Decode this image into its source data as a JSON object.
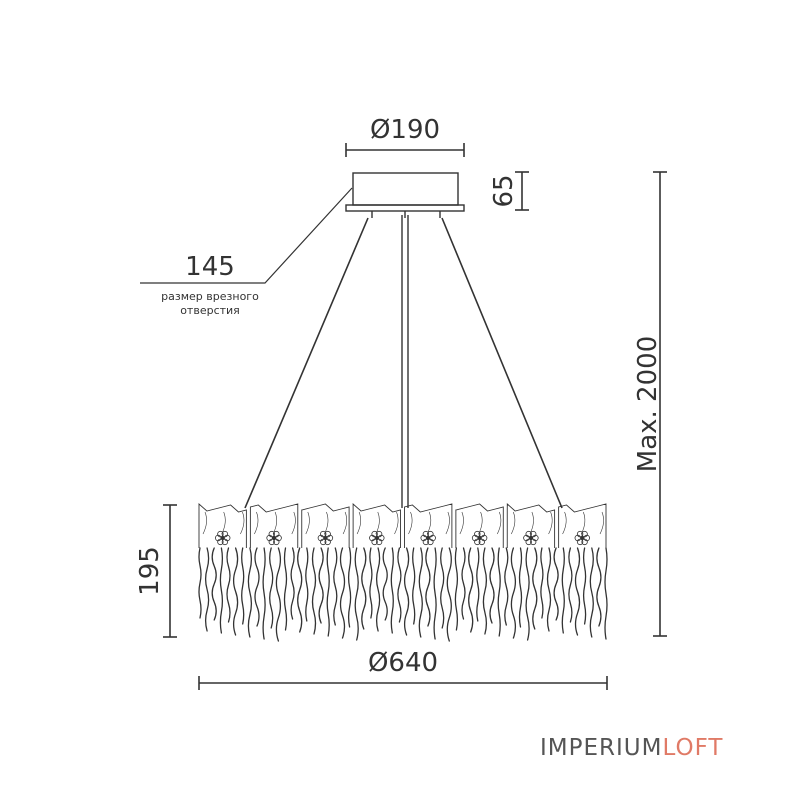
{
  "dimensions": {
    "canopy_diameter": "Ø190",
    "canopy_height": "65",
    "cutout_size": "145",
    "cutout_caption_line1": "размер врезного",
    "cutout_caption_line2": "отверстия",
    "max_height": "Max. 2000",
    "shade_height": "195",
    "shade_diameter": "Ø640"
  },
  "brand": {
    "part1": "IMPERIUM",
    "part2": "LOFT",
    "color_part1": "#555555",
    "color_part2": "#e07a66"
  },
  "colors": {
    "line": "#333333",
    "background": "#ffffff"
  },
  "illustration": "pendant-chandelier"
}
